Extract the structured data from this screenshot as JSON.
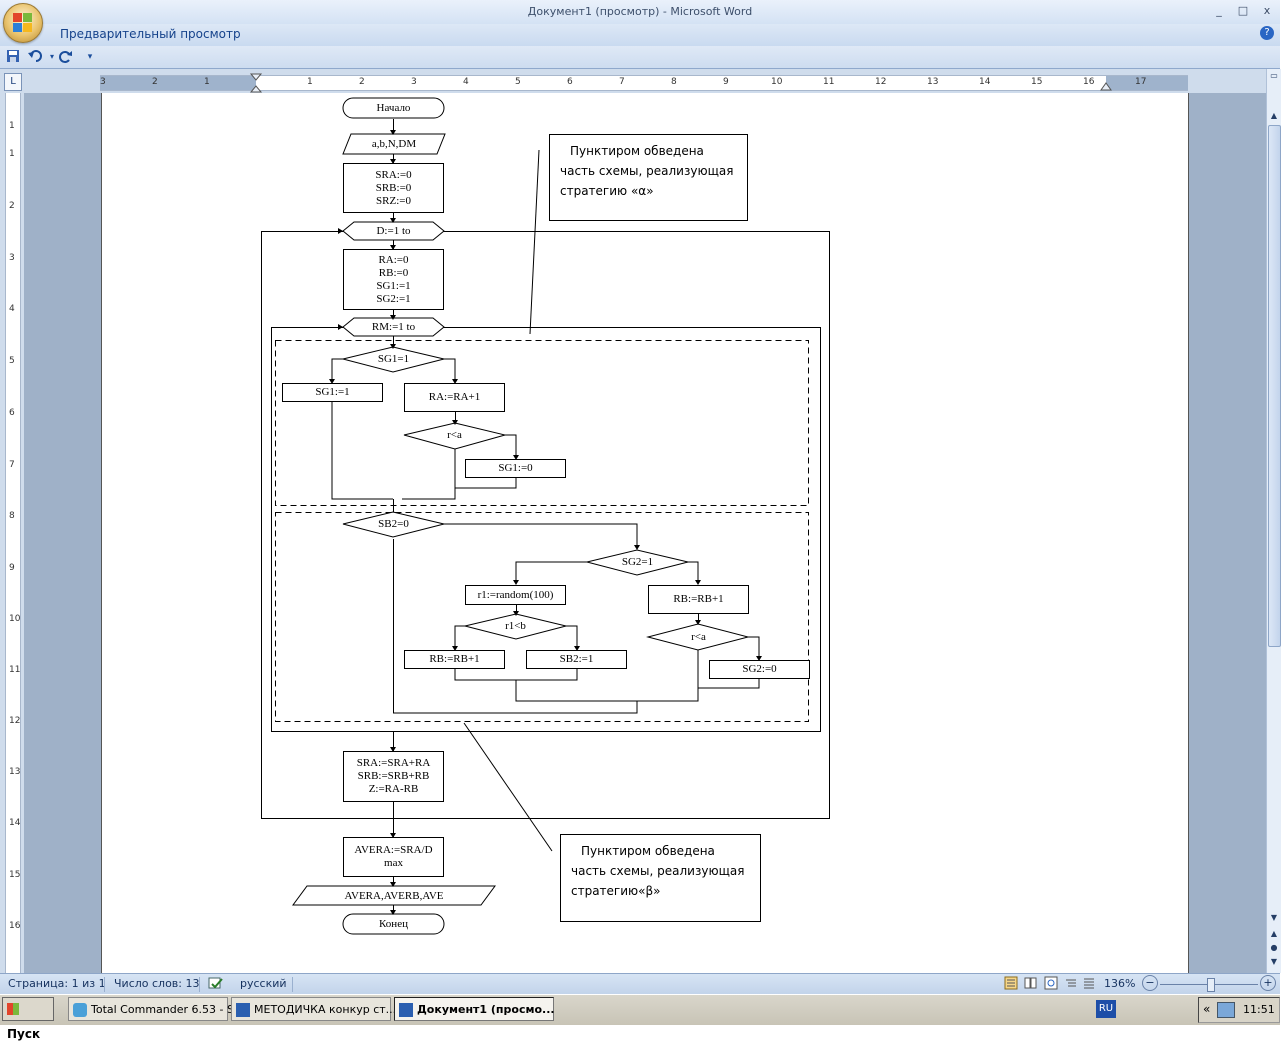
{
  "window": {
    "title": "Документ1 (просмотр) - Microsoft Word",
    "minimize": "_",
    "maximize": "□",
    "close": "x"
  },
  "ribbon": {
    "tab_label": "Предварительный просмотр",
    "help": "?"
  },
  "qat": {
    "save_icon": "save-icon",
    "undo_icon": "undo-icon",
    "redo_icon": "redo-icon",
    "customize": "▾"
  },
  "ruler": {
    "corner": "L",
    "h_labels": [
      "3",
      "2",
      "1",
      "1",
      "2",
      "3",
      "4",
      "5",
      "6",
      "7",
      "8",
      "9",
      "10",
      "11",
      "12",
      "13",
      "14",
      "15",
      "16",
      "17"
    ],
    "v_labels": [
      "1",
      "1",
      "2",
      "3",
      "4",
      "5",
      "6",
      "7",
      "8",
      "9",
      "10",
      "11",
      "12",
      "13",
      "14",
      "15",
      "16"
    ]
  },
  "diagram": {
    "start": "Начало",
    "input": "a,b,N,DM",
    "init1": [
      "SRA:=0",
      "SRB:=0",
      "SRZ:=0"
    ],
    "loop_d": "D:=1 to",
    "init2": [
      "RA:=0",
      "RB:=0",
      "SG1:=1",
      "SG2:=1"
    ],
    "loop_rm": "RM:=1 to",
    "cond_sg1": "SG1=1",
    "set_sg1": "SG1:=1",
    "ra_inc": "RA:=RA+1",
    "cond_ra": "r<a",
    "sg1_zero": "SG1:=0",
    "cond_sb2": "SB2=0",
    "cond_sg2": "SG2=1",
    "r1_random": "r1:=random(100)",
    "rb_inc_right": "RB:=RB+1",
    "cond_r1b": "r1<b",
    "rb_inc_left": "RB:=RB+1",
    "sb2_set": "SB2:=1",
    "cond_ra2": "r<a",
    "sg2_zero": "SG2:=0",
    "sums": [
      "SRA:=SRA+RA",
      "SRB:=SRB+RB",
      "Z:=RA-RB"
    ],
    "avg": [
      "AVERA:=SRA/D",
      "max"
    ],
    "output": "AVERA,AVERB,AVE",
    "end": "Конец",
    "note_alpha": [
      "Пунктиром обведена",
      "часть схемы, реализующая",
      "стратегию «α»"
    ],
    "note_beta": [
      "Пунктиром обведена",
      "часть схемы, реализующая",
      "стратегию«β»"
    ]
  },
  "status": {
    "page": "Страница: 1 из 1",
    "words": "Число слов: 13",
    "language": "русский",
    "zoom": "136%",
    "zoom_out": "−",
    "zoom_in": "+"
  },
  "taskbar": {
    "start": "Пуск",
    "tasks": [
      "Total Commander 6.53 - S...",
      "МЕТОДИЧКА конкур ст...",
      "Документ1 (просмо..."
    ],
    "lang": "RU",
    "tray_arrow": "«",
    "time": "11:51"
  }
}
